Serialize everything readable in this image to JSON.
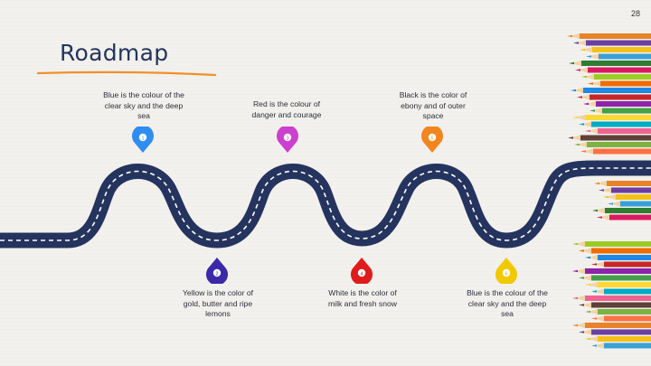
{
  "slide": {
    "page_number": "28",
    "title": "Roadmap"
  },
  "milestones": [
    {
      "number": "1",
      "color": "#2f8df0",
      "text": "Blue is the colour of the\nclear sky and the deep\nsea"
    },
    {
      "number": "2",
      "color": "#3a2aa8",
      "text": "Yellow is the color of\ngold, butter and ripe\nlemons"
    },
    {
      "number": "3",
      "color": "#cc3fcf",
      "text": "Red is the colour of\ndanger and courage"
    },
    {
      "number": "4",
      "color": "#e01b1b",
      "text": "White is the color of\nmilk and fresh snow"
    },
    {
      "number": "5",
      "color": "#f3851e",
      "text": "Black is the color of\nebony and of outer\nspace"
    },
    {
      "number": "6",
      "color": "#f2c800",
      "text": "Blue is the colour of the\nclear sky and the deep\nsea"
    }
  ],
  "colors": {
    "road": "#25345e",
    "road_dash": "#ffffff",
    "title": "#24345e",
    "underline": "#f0902a"
  }
}
